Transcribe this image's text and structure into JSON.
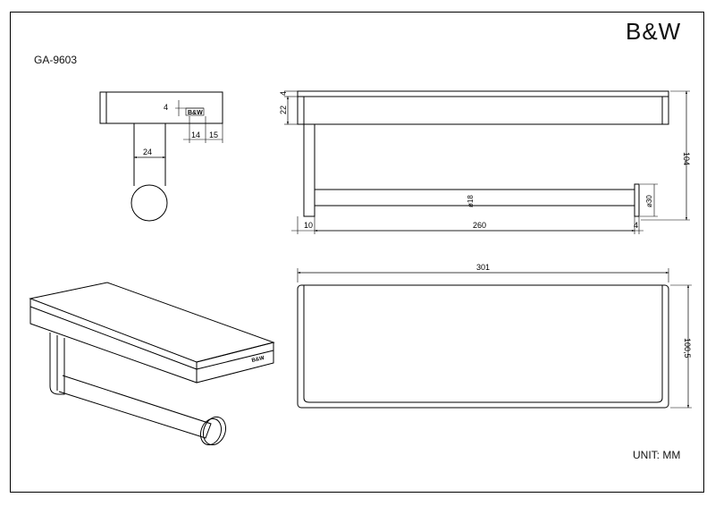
{
  "brand": "B&W",
  "model": "GA-9603",
  "unit": "UNIT: MM",
  "side_view": {
    "dims": {
      "shelf_step": "4",
      "depth_front": "14",
      "depth_back": "15",
      "post": "24"
    },
    "badge": "B&W"
  },
  "front_view": {
    "dims": {
      "shelf_top": "4",
      "shelf_height": "22",
      "total_height": "104",
      "left_offset": "10",
      "bar_length": "260",
      "end_cap": "4",
      "bar_dia": "ø18",
      "cap_dia": "ø30"
    }
  },
  "top_view": {
    "dims": {
      "width": "301",
      "depth": "100,5"
    }
  },
  "iso_view": {
    "badge": "B&W"
  }
}
